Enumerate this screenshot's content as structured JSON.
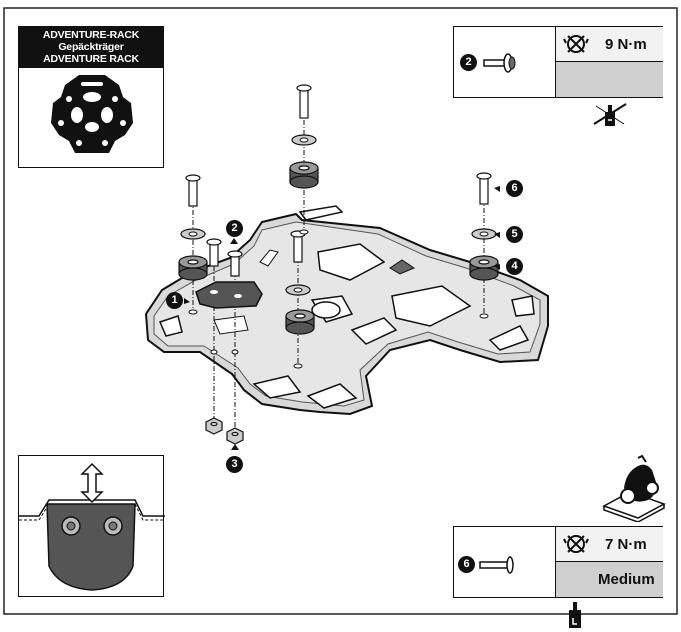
{
  "title_panel": {
    "line1": "ADVENTURE-RACK Gepäckträger",
    "line2": "ADVENTURE RACK"
  },
  "torque_top": {
    "part_number": "2",
    "torque": "9 N·m",
    "threadlocker": ""
  },
  "torque_bottom": {
    "part_number": "6",
    "torque": "7 N·m",
    "threadlocker": "Medium"
  },
  "callouts": [
    "1",
    "2",
    "3",
    "4",
    "5",
    "6"
  ],
  "icons": [
    "torque-wrench-icon",
    "threadlocker-bottle-icon",
    "no-threadlocker-icon",
    "motorcycle-orientation-icon",
    "adjust-arrow-icon"
  ]
}
